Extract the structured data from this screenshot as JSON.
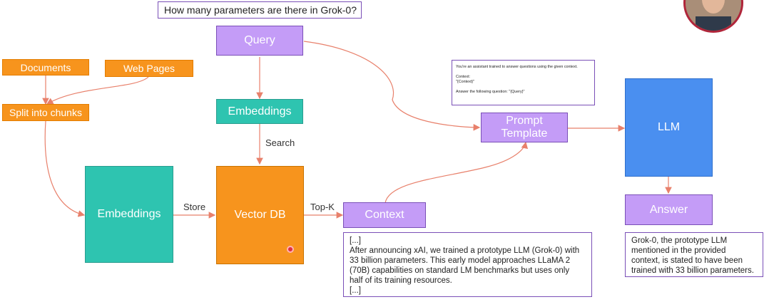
{
  "question": "How many parameters are there in Grok-0?",
  "nodes": {
    "query": "Query",
    "documents": "Documents",
    "web_pages": "Web Pages",
    "split": "Split into chunks",
    "embeddings_top": "Embeddings",
    "embeddings_main": "Embeddings",
    "vector_db": "Vector DB",
    "context": "Context",
    "prompt_template_line1": "Prompt",
    "prompt_template_line2": "Template",
    "llm": "LLM",
    "answer": "Answer"
  },
  "edge_labels": {
    "search": "Search",
    "store": "Store",
    "topk": "Top-K"
  },
  "prompt_text": {
    "line1": "You're an assistant trained to answer questions using the given context.",
    "line2": "Context:",
    "line3": "\"{Context}\"",
    "line4": "Answer the following question: \"{Query}\""
  },
  "context_text": {
    "line1": "[...]",
    "line2": "After announcing xAI, we trained a prototype LLM (Grok-0) with",
    "line3": "33 billion parameters. This early model approaches LLaMA 2",
    "line4": "(70B) capabilities on standard LM benchmarks but uses only",
    "line5": "half of its training resources.",
    "line6": "[...]"
  },
  "answer_text": {
    "line1": "Grok-0, the prototype LLM",
    "line2": "mentioned in the provided",
    "line3": "context, is stated to have been",
    "line4": "trained with 33 billion parameters."
  },
  "colors": {
    "arrow": "#e8806b",
    "orange": "#f7941d",
    "purple": "#c49cf7",
    "teal": "#2ec4b0",
    "blue": "#4a8ff0"
  }
}
